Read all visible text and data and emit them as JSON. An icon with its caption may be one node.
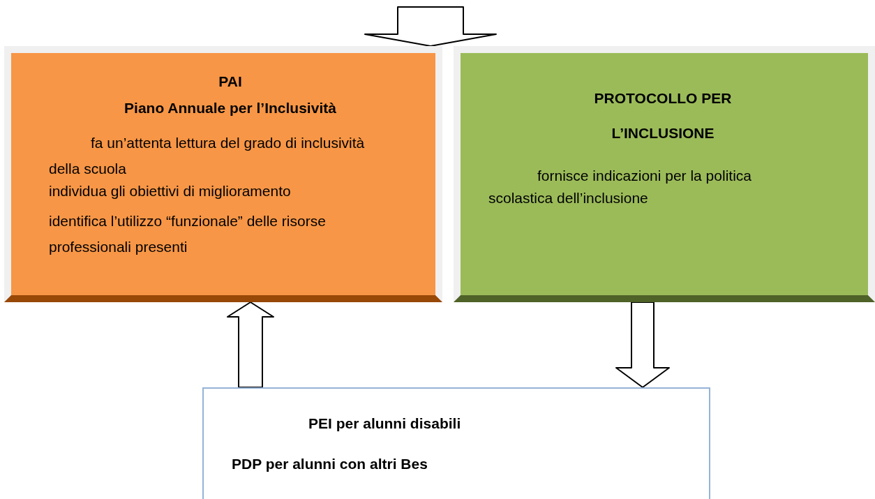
{
  "diagram": {
    "nodes": [
      {
        "text": [
          "PAI",
          "Piano Annuale per l’Inclusività",
          "fa un’attenta lettura del grado di inclusività della scuola",
          "individua gli obiettivi di miglioramento",
          "identifica l’utilizzo “funzionale” delle risorse professionali presenti"
        ]
      },
      {
        "text": [
          "PROTOCOLLO PER L’INCLUSIONE",
          "fornisce indicazioni per la politica scolastica dell’inclusione"
        ]
      },
      {
        "text": [
          "PEI per alunni disabili",
          "PDP per alunni con altri Bes"
        ]
      }
    ],
    "edges": [
      {
        "from": null,
        "to": 0,
        "arrow": "to"
      },
      {
        "from": 2,
        "to": 0,
        "arrow": "to"
      },
      {
        "from": 1,
        "to": 2,
        "arrow": "to"
      }
    ]
  }
}
